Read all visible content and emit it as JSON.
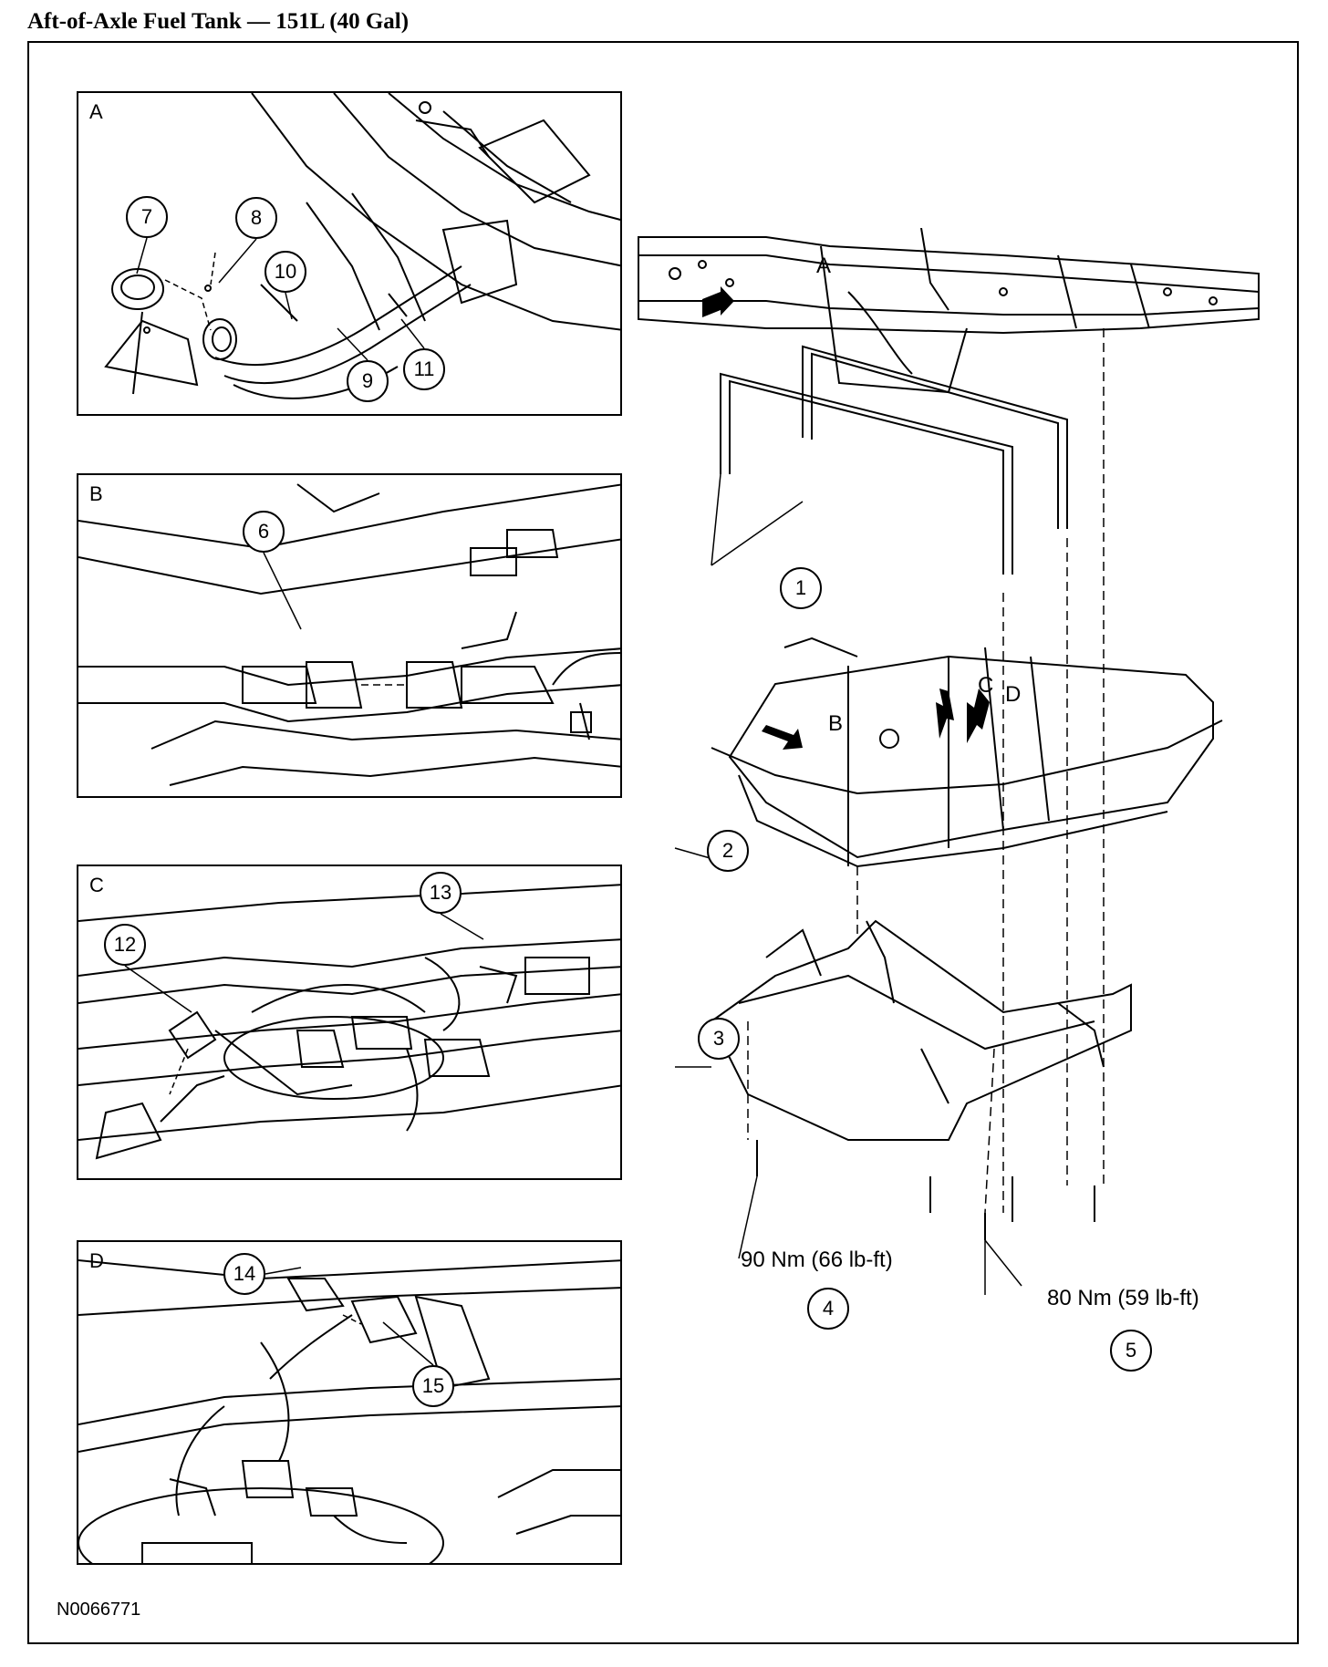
{
  "title": "Aft-of-Axle Fuel Tank — 151L (40 Gal)",
  "figure_id": "N0066771",
  "panels": {
    "a": {
      "letter": "A"
    },
    "b": {
      "letter": "B"
    },
    "c": {
      "letter": "C"
    },
    "d": {
      "letter": "D"
    }
  },
  "view_arrows": {
    "a": "A",
    "b": "B",
    "c": "C",
    "d": "D"
  },
  "callouts": {
    "c1": "1",
    "c2": "2",
    "c3": "3",
    "c4": "4",
    "c5": "5",
    "c6": "6",
    "c7": "7",
    "c8": "8",
    "c9": "9",
    "c10": "10",
    "c11": "11",
    "c12": "12",
    "c13": "13",
    "c14": "14",
    "c15": "15"
  },
  "torque": {
    "bolt4": "90 Nm (66 lb-ft)",
    "bolt5": "80 Nm (59 lb-ft)"
  }
}
